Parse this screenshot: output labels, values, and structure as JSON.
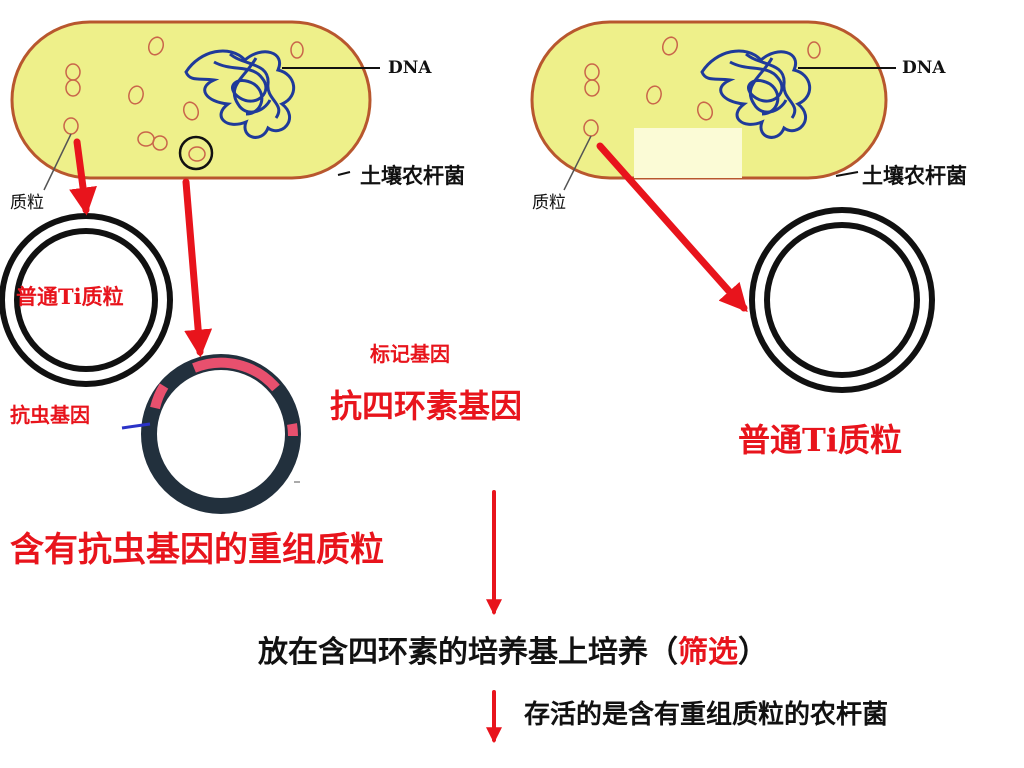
{
  "left_cell": {
    "dna_label": "DNA",
    "bacterium_label": "土壤农杆菌",
    "plasmid_label": "质粒"
  },
  "right_cell": {
    "dna_label": "DNA",
    "bacterium_label": "土壤农杆菌",
    "plasmid_label": "质粒"
  },
  "normal_ti_plasmid_left": "普通Ti质粒",
  "normal_ti_plasmid_right": "普通Ti质粒",
  "recombinant": {
    "marker_gene_label": "标记基因",
    "tetracycline_resistance_label": "抗四环素基因",
    "insect_resistance_gene_label": "抗虫基因",
    "caption": "含有抗虫基因的重组质粒"
  },
  "step1": {
    "text_before": "放在含四环素的培养基上培养（",
    "highlight": "筛选",
    "text_after": "）"
  },
  "step2": "存活的是含有重组质粒的农杆菌",
  "colors": {
    "cell_fill": "#eef08a",
    "cell_outline": "#b8572e",
    "dna": "#1f3a9a",
    "arrow": "#e8141c",
    "plasmid_ring": "#22303d",
    "gene_segment": "#e8506e"
  }
}
